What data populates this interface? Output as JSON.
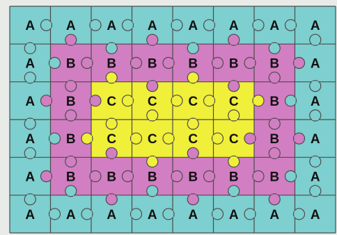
{
  "puzzle": {
    "colors": {
      "A": "#7ecfcf",
      "B": "#d27ec2",
      "C": "#f0ef3a",
      "line": "#4b4b4b",
      "page_background": "#e9ebe9"
    },
    "grid": [
      [
        "A",
        "A",
        "A",
        "A",
        "A",
        "A",
        "A",
        "A"
      ],
      [
        "A",
        "B",
        "B",
        "B",
        "B",
        "B",
        "B",
        "A"
      ],
      [
        "A",
        "B",
        "C",
        "C",
        "C",
        "C",
        "B",
        "A"
      ],
      [
        "A",
        "B",
        "C",
        "C",
        "C",
        "C",
        "B",
        "A"
      ],
      [
        "A",
        "B",
        "B",
        "B",
        "B",
        "B",
        "B",
        "A"
      ],
      [
        "A",
        "A",
        "A",
        "A",
        "A",
        "A",
        "A",
        "A"
      ]
    ]
  }
}
